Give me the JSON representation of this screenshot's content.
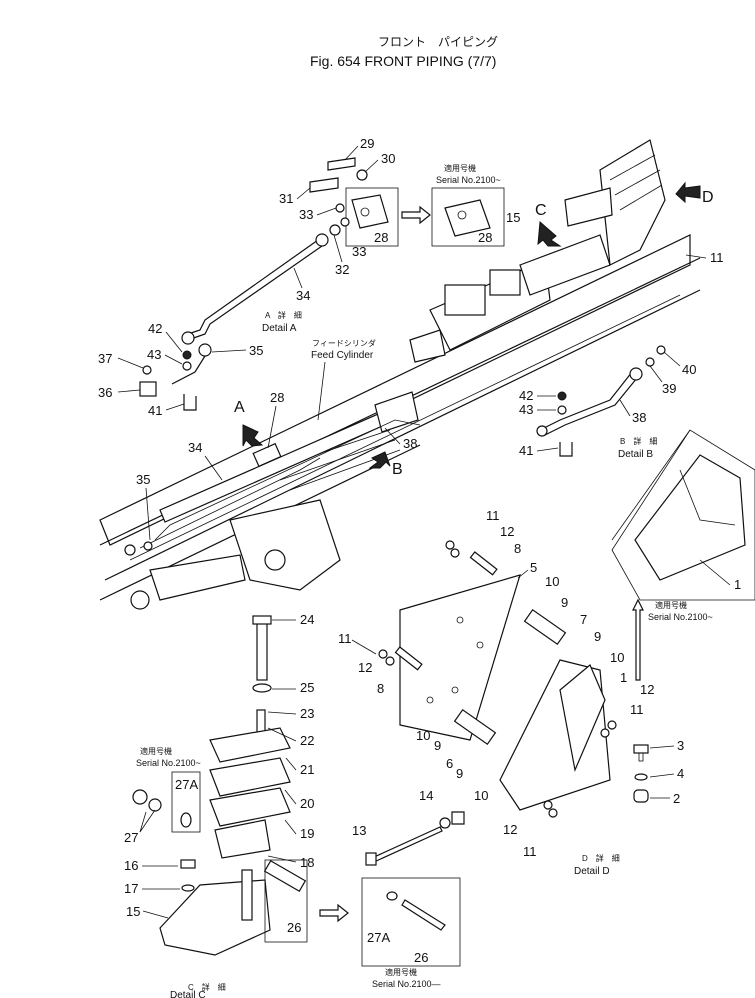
{
  "header": {
    "title_jp": "フロント　パイピング",
    "title_en": "Fig. 654 FRONT PIPING (7/7)"
  },
  "details": {
    "a": {
      "jp": "A　詳　細",
      "en": "Detail A"
    },
    "b": {
      "jp": "B　詳　細",
      "en": "Detail B"
    },
    "c": {
      "jp": "C　詳　細",
      "en": "Detail C"
    },
    "d": {
      "jp": "D　詳　細",
      "en": "Detail D"
    }
  },
  "feed_cylinder": {
    "jp": "フィードシリンダ",
    "en": "Feed Cylinder"
  },
  "serial": {
    "jp": "適用号機",
    "en": "Serial No.2100~",
    "en_b": "Serial No.2100—"
  },
  "arrows": {
    "A": "A",
    "B": "B",
    "C": "C",
    "D": "D"
  },
  "callouts": [
    "1",
    "2",
    "3",
    "4",
    "5",
    "6",
    "7",
    "8",
    "9",
    "10",
    "11",
    "12",
    "13",
    "14",
    "15",
    "16",
    "17",
    "18",
    "19",
    "20",
    "21",
    "22",
    "23",
    "24",
    "25",
    "26",
    "27",
    "27A",
    "28",
    "29",
    "30",
    "31",
    "32",
    "33",
    "34",
    "35",
    "36",
    "37",
    "38",
    "39",
    "40",
    "41",
    "42",
    "43"
  ]
}
